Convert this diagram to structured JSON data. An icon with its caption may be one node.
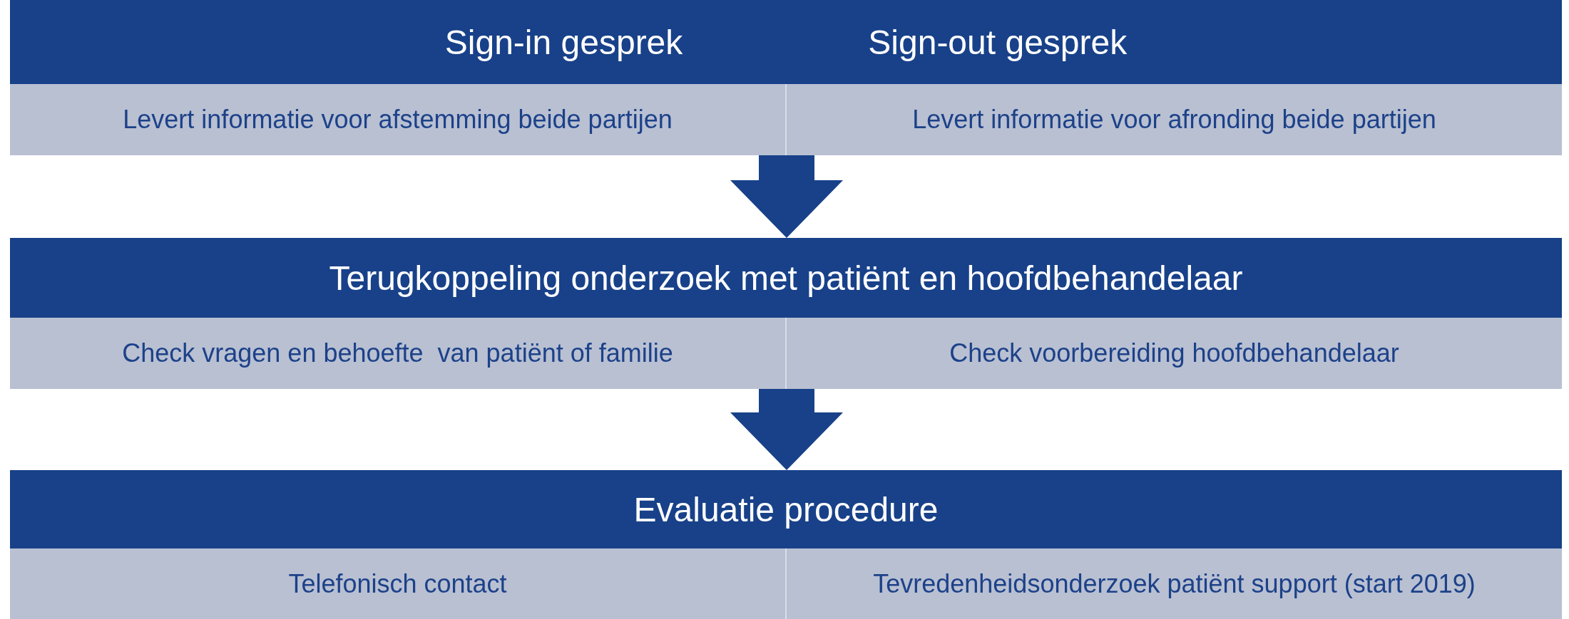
{
  "diagram": {
    "nodes": [
      {
        "text": [
          "Sign-in gesprek",
          "Sign-out gesprek"
        ]
      },
      {
        "text": [
          "Levert informatie voor afstemming beide partijen"
        ]
      },
      {
        "text": [
          "Levert informatie voor afronding beide partijen"
        ]
      },
      {
        "text": [
          "Terugkoppeling onderzoek met patiënt en hoofdbehandelaar"
        ]
      },
      {
        "text": [
          "Check vragen en behoefte  van patiënt of familie"
        ]
      },
      {
        "text": [
          "Check voorbereiding hoofdbehandelaar"
        ]
      },
      {
        "text": [
          "Evaluatie procedure"
        ]
      },
      {
        "text": [
          "Telefonisch contact"
        ]
      },
      {
        "text": [
          "Tevredenheidsonderzoek patiënt support (start 2019)"
        ]
      }
    ],
    "edges": [
      {
        "from": 1,
        "to": 3,
        "arrow": "to",
        "style": "thick"
      },
      {
        "from": 2,
        "to": 3,
        "arrow": "to",
        "style": "thick"
      },
      {
        "from": 4,
        "to": 6,
        "arrow": "to",
        "style": "thick"
      },
      {
        "from": 5,
        "to": 6,
        "arrow": "to",
        "style": "thick"
      }
    ]
  }
}
